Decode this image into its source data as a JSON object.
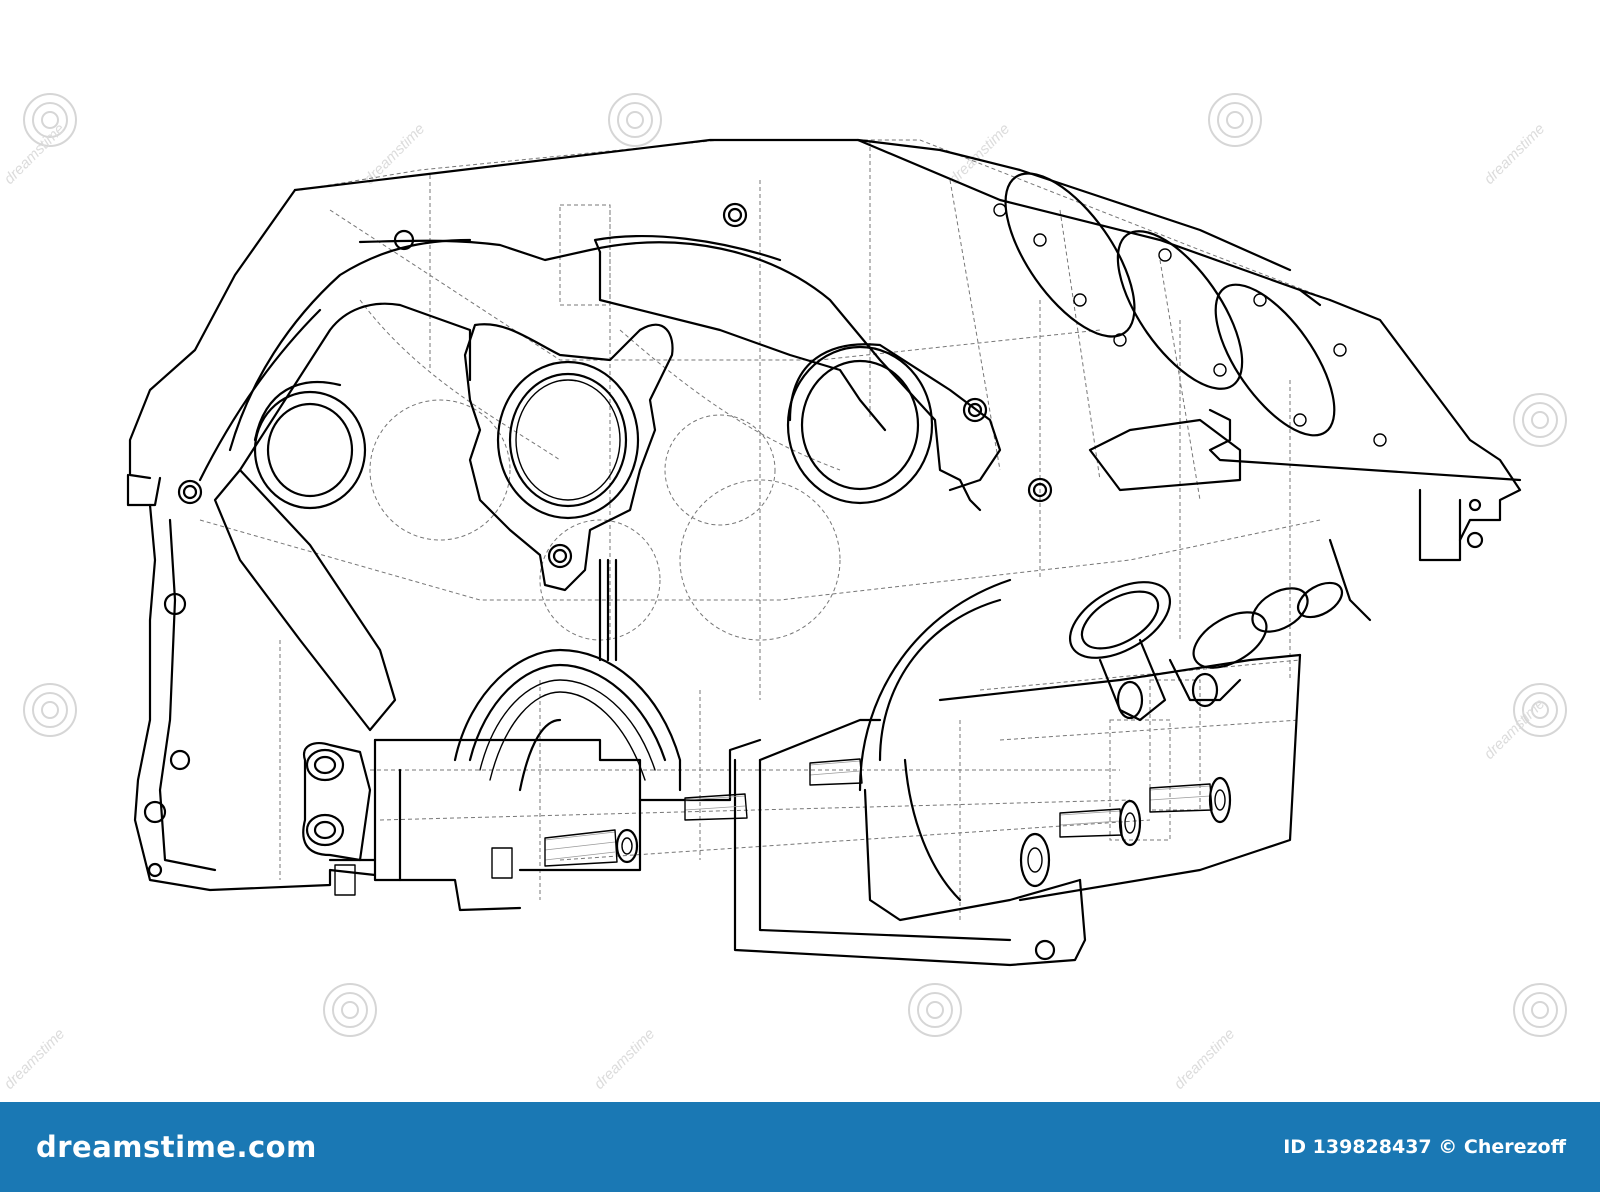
{
  "watermark": {
    "site_text": "dreamstime",
    "logo_icon": "dreamstime-spiral-logo"
  },
  "footer": {
    "brand": "dreamstime.com",
    "image_id": "ID 139828437",
    "credit": "© Cherezoff",
    "background_color": "#1a78b4"
  }
}
